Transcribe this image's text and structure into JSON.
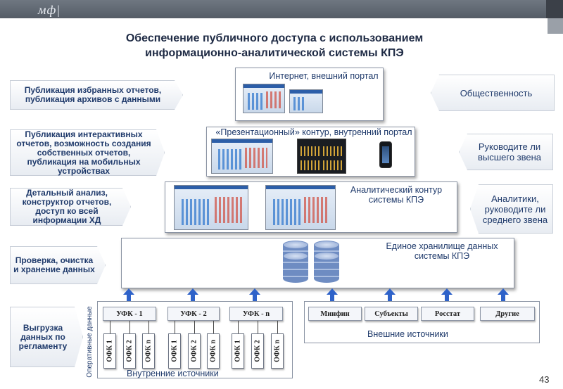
{
  "logo": "мф|",
  "title": {
    "line1": "Обеспечение публичного доступа с использованием",
    "line2": "информационно-аналитической системы КПЭ"
  },
  "left_labels": [
    "Публикация избранных отчетов, публикация архивов с данными",
    "Публикация интерактивных отчетов, возможность создания собственных отчетов, публикация на мобильных устройствах",
    "Детальный анализ, конструктор отчетов, доступ ко всей информации ХД",
    "Проверка, очистка и хранение данных",
    "Выгрузка данных по регламенту"
  ],
  "right_labels": [
    "Общественность",
    "Руководите ли высшего звена",
    "Аналитики, руководите ли среднего звена"
  ],
  "levels": {
    "internet": "Интернет, внешний портал",
    "presentation": "«Презентационный» контур, внутренний портал",
    "analytic": "Аналитический контур системы КПЭ",
    "storage": "Единое хранилище данных системы КПЭ"
  },
  "ufk": [
    "УФК - 1",
    "УФК - 2",
    "УФК - n"
  ],
  "ofk": [
    "ОФК 1",
    "ОФК 2",
    "ОФК n"
  ],
  "operative_data": "Оперативные данные",
  "internal_sources": "Внутренние источники",
  "external": [
    "Минфин",
    "Субъекты",
    "Росстат",
    "Другие"
  ],
  "external_sources": "Внешние источники",
  "page_number": "43",
  "colors": {
    "arrow": "#2e62c9",
    "text": "#1f3a6b",
    "topbar": "#5f6670"
  }
}
